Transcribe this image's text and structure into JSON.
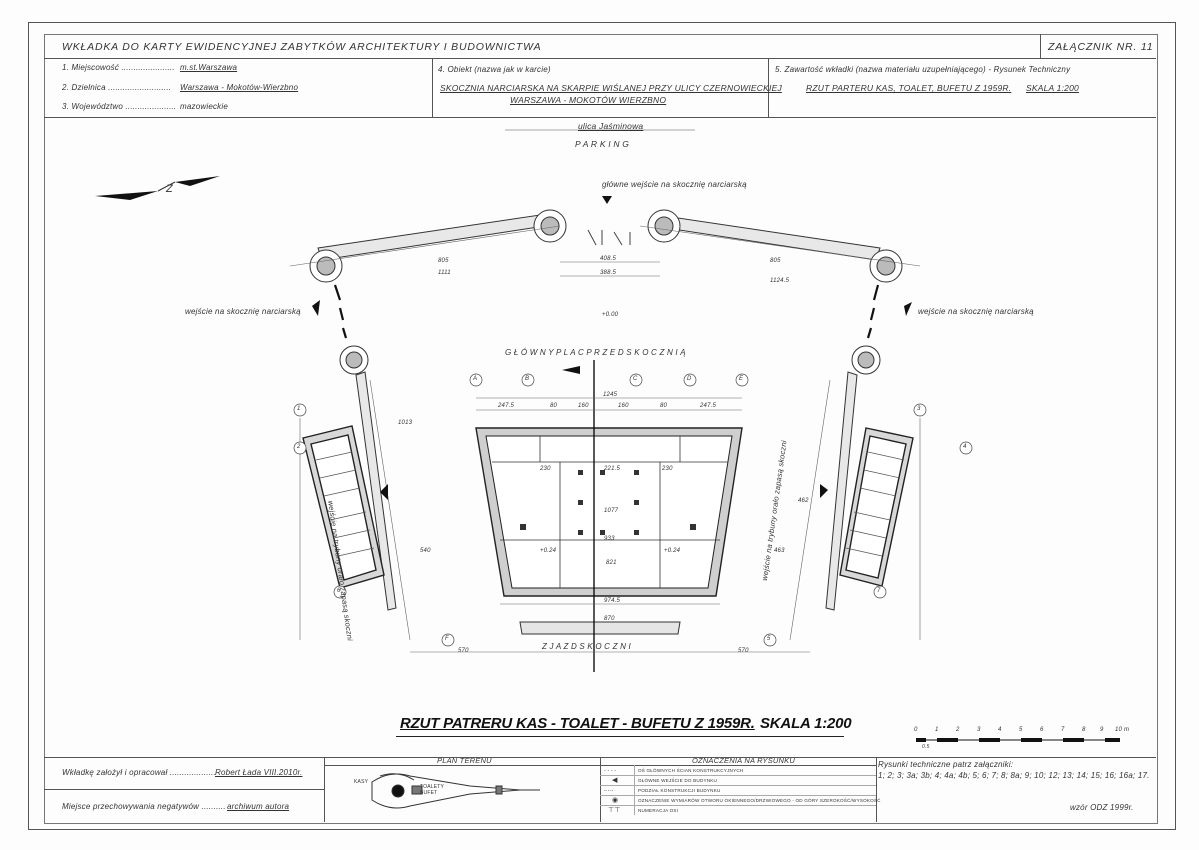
{
  "header": {
    "title": "WKŁADKA DO KARTY EWIDENCYJNEJ ZABYTKÓW ARCHITEKTURY I BUDOWNICTWA",
    "attachment": "ZAŁĄCZNIK NR. 11",
    "fields": [
      {
        "label": "1. Miejscowość ......................",
        "value": "m.st.Warszawa"
      },
      {
        "label": "2. Dzielnica ..........................",
        "value": "Warszawa - Mokotów-Wierzbno"
      },
      {
        "label": "3. Województwo .....................",
        "value": "mazowieckie"
      }
    ],
    "object_label": "4. Obiekt (nazwa jak w karcie)",
    "object_line1": "SKOCZNIA NARCIARSKA NA SKARPIE WIŚLANEJ PRZY ULICY CZERNOWIECKIEJ",
    "object_line2": "WARSZAWA - MOKOTÓW WIERZBNO",
    "content_label": "5. Zawartość wkładki (nazwa materiału uzupełniającego) - Rysunek Techniczny",
    "content_title": "RZUT PARTERU KAS, TOALET, BUFETU Z 1959R.",
    "content_scale": "SKALA 1:200"
  },
  "plan": {
    "street": "ulica Jaśminowa",
    "parking": "P A R K I N G",
    "main_entrance": "główne wejście na skocznię narciarską",
    "entrance_left": "wejście na skocznię narciarską",
    "entrance_right": "wejście na skocznię narciarską",
    "square": "G Ł Ó W N Y   P L A C   P R Z E D   S K O C Z N I Ą",
    "side_label_left": "wejście na trybuny orało zapasą skoczni",
    "side_label_right": "wejście na trybuny orało zapasą skoczni",
    "descent": "Z J A Z D   S K O C Z N I",
    "dimensions": [
      "805",
      "1111",
      "805",
      "1124.5",
      "408.5",
      "388.5",
      "1245",
      "247.5",
      "80",
      "160",
      "160",
      "80",
      "247.5",
      "230",
      "221.5",
      "230",
      "1077",
      "933",
      "821",
      "974.5",
      "870",
      "+0.00",
      "+0.24",
      "+0.24",
      "1013",
      "570",
      "540",
      "463",
      "462",
      "570"
    ],
    "grid_labels": [
      "A",
      "B",
      "C",
      "D",
      "E",
      "F",
      "1",
      "2",
      "3",
      "4",
      "5",
      "6",
      "7"
    ]
  },
  "main_title": "RZUT PATRERU KAS - TOALET - BUFETU Z 1959R.",
  "main_scale": "SKALA 1:200",
  "scale_bar_ticks": [
    "0",
    "0.5",
    "1",
    "2",
    "3",
    "4",
    "5",
    "6",
    "7",
    "8",
    "9",
    "10 m"
  ],
  "footer": {
    "prepared_label": "Wkładkę założył i opracował ...................",
    "prepared_value": "Robert Łada    VIII.2010r.",
    "negatives_label": "Miejsce przechowywania negatywów ..........",
    "negatives_value": "archiwum autora",
    "site_plan_title": "PLAN TERENU",
    "site_plan_labels": [
      "KASY",
      "TOALETY BUFET"
    ],
    "legend_title": "OZNACZENIA NA RYSUNKU",
    "legend_items": [
      "OŚ GŁÓWNYCH ŚCIAN KONSTRUKCYJNYCH",
      "GŁÓWNE WEJŚCIE DO BUDYNKU",
      "PODZIAŁ KONSTRUKCJI BUDYNKU",
      "OZNACZENIE WYMIARÓW OTWORU OKIENNEGO/DRZWIOWEGO - OD GÓRY SZEROKOŚĆ/WYSOKOŚĆ",
      "NUMERACJA OSI"
    ],
    "drawings_label": "Rysunki techniczne patrz załączniki:",
    "drawings_list": "1; 2; 3; 3a; 3b; 4; 4a; 4b; 5; 6; 7; 8; 8a; 9; 10; 12; 13; 14; 15; 16; 16a; 17.",
    "template": "wzór ODZ 1999r."
  }
}
